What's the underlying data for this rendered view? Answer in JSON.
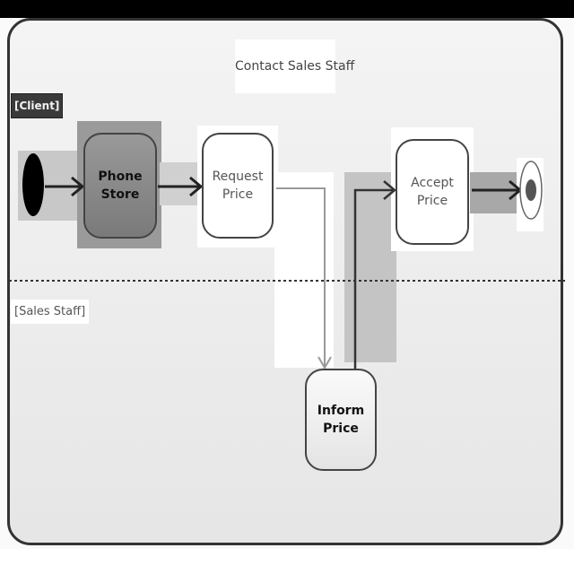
{
  "diagram": {
    "title": "Contact Sales Staff",
    "lanes": {
      "client": "[Client]",
      "sales_staff": "[Sales Staff]"
    },
    "activities": {
      "phone_store": "Phone Store",
      "request_price": "Request\nPrice",
      "accept_price": "Accept Price",
      "inform_price": "Inform Price"
    }
  }
}
